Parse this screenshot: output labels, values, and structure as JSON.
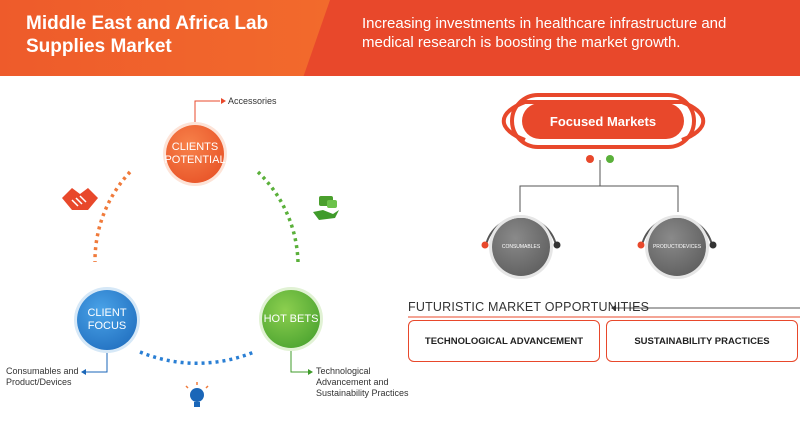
{
  "header": {
    "title": "Middle East and Africa Lab Supplies Market",
    "description": "Increasing investments in healthcare infrastructure and medical research is boosting the market growth."
  },
  "cycle": {
    "top_circle": "CLIENTS POTENTIAL",
    "top_label": "Accessories",
    "left_circle": "CLIENT FOCUS",
    "left_label": "Consumables and Product/Devices",
    "right_circle": "HOT BETS",
    "right_label": "Technological Advancement and Sustainability Practices"
  },
  "focused": {
    "title": "Focused Markets",
    "segments": [
      "CONSUMABLES",
      "PRODUCT/DEVICES"
    ]
  },
  "opportunities": {
    "title": "FUTURISTIC MARKET OPPORTUNITIES",
    "items": [
      "TECHNOLOGICAL ADVANCEMENT",
      "SUSTAINABILITY PRACTICES"
    ]
  },
  "colors": {
    "accent": "#e8482b",
    "blue": "#1a66b8",
    "green": "#3f9b2a",
    "gray": "#555555"
  },
  "icons": [
    "handshake-icon",
    "money-hand-icon",
    "lightbulb-icon"
  ]
}
